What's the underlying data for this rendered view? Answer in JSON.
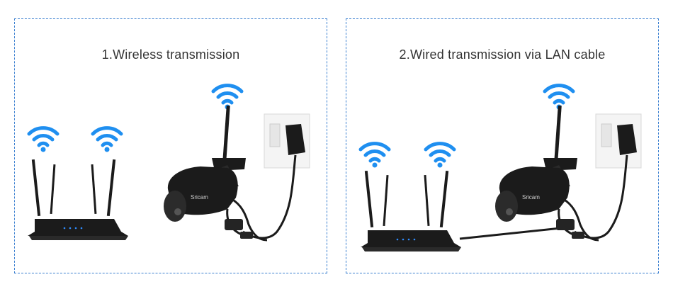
{
  "panels": [
    {
      "title": "1.Wireless transmission"
    },
    {
      "title": "2.Wired transmission via LAN cable"
    }
  ],
  "brand": {
    "camera_logo": "Sricam"
  },
  "icons": {
    "wifi": "wifi-icon",
    "router": "router-icon",
    "camera": "camera-icon",
    "socket": "wall-socket-icon",
    "adapter": "power-adapter-icon",
    "cable": "lan-cable-icon"
  },
  "colors": {
    "border": "#3a7fd0",
    "wifi": "#1f8ff0",
    "device": "#1b1b1b"
  }
}
